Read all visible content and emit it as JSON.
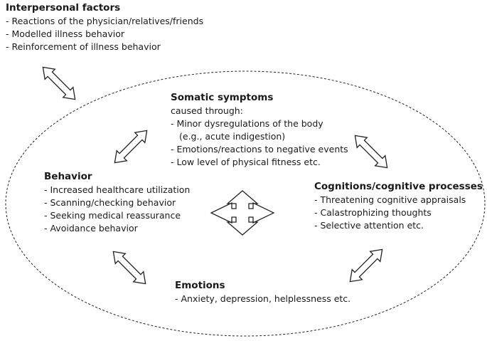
{
  "interpersonal": {
    "title": "Interpersonal factors",
    "items": [
      "- Reactions of the physician/relatives/friends",
      "- Modelled illness behavior",
      "- Reinforcement of illness behavior"
    ]
  },
  "somatic": {
    "title": "Somatic symptoms",
    "subtitle": "caused through:",
    "items": [
      "- Minor dysregulations of the body",
      "(e.g., acute indigestion)",
      "- Emotions/reactions to negative events",
      "- Low level of physical fitness etc."
    ]
  },
  "behavior": {
    "title": "Behavior",
    "items": [
      "- Increased healthcare utilization",
      "- Scanning/checking behavior",
      "- Seeking medical reassurance",
      "- Avoidance behavior"
    ]
  },
  "cognitions": {
    "title": "Cognitions/cognitive processes",
    "items": [
      "- Threatening cognitive appraisals",
      "- Calastrophizing thoughts",
      "- Selective attention etc."
    ]
  },
  "emotions": {
    "title": "Emotions",
    "items": [
      "- Anxiety, depression, helplessness etc."
    ]
  }
}
